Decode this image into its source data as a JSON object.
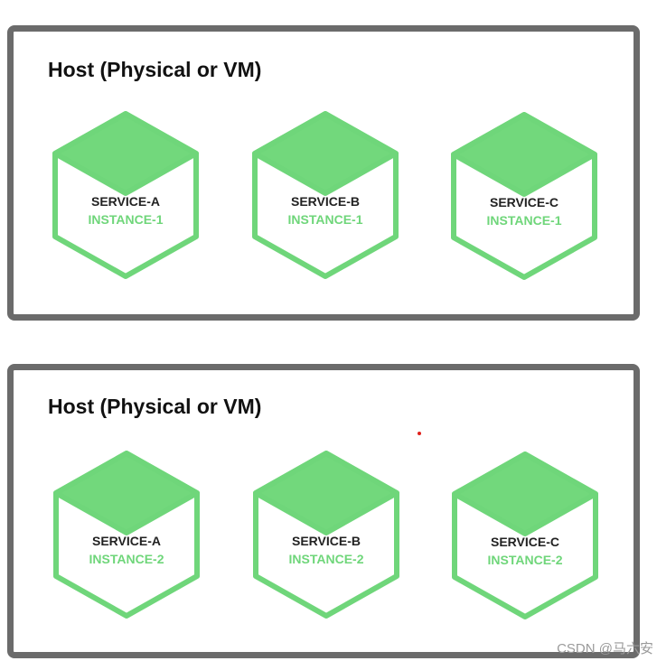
{
  "colors": {
    "host_border": "#6b6b6b",
    "hex_fill": "#72d87c",
    "hex_stroke": "#6fd67a",
    "instance_text": "#6fd67a",
    "service_text": "#222222",
    "dot": "#e0201b"
  },
  "hosts": [
    {
      "title": "Host (Physical or VM)",
      "services": [
        {
          "name": "SERVICE-A",
          "instance": "INSTANCE-1"
        },
        {
          "name": "SERVICE-B",
          "instance": "INSTANCE-1"
        },
        {
          "name": "SERVICE-C",
          "instance": "INSTANCE-1"
        }
      ]
    },
    {
      "title": "Host (Physical or VM)",
      "services": [
        {
          "name": "SERVICE-A",
          "instance": "INSTANCE-2"
        },
        {
          "name": "SERVICE-B",
          "instance": "INSTANCE-2"
        },
        {
          "name": "SERVICE-C",
          "instance": "INSTANCE-2"
        }
      ]
    }
  ],
  "watermark": "CSDN @马六安"
}
